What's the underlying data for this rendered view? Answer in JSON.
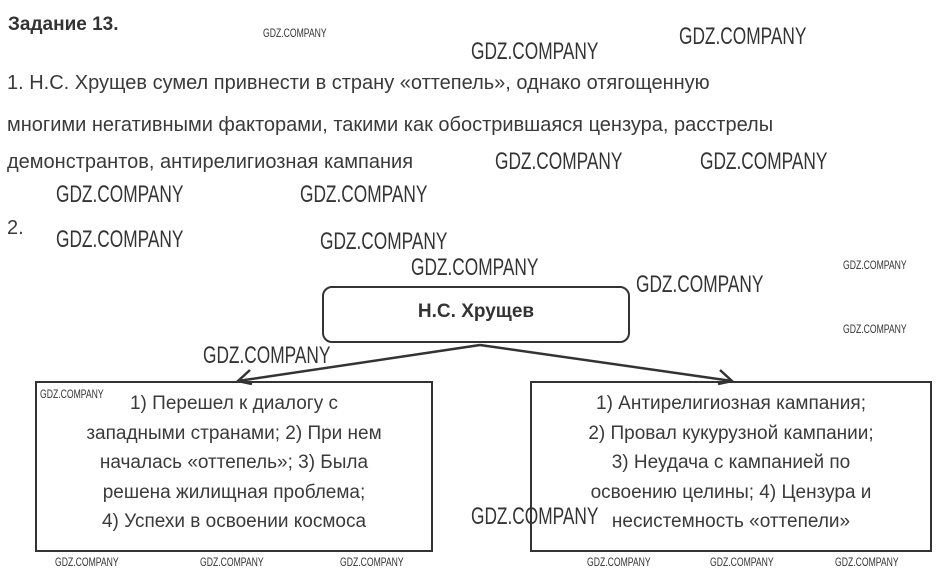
{
  "title": "Задание 13.",
  "answer1": {
    "lines": [
      "1. Н.С. Хрущев сумел привнести в страну «оттепель», однако отягощенную",
      "многими негативными факторами, такими как обострившаяся цензура, расстрелы",
      "демонстрантов, антирелигиозная кампания"
    ]
  },
  "answer2_label": "2.",
  "diagram": {
    "root": "Н.С. Хрущев",
    "left_lines": [
      "1) Перешел к диалогу с",
      "западными странами; 2) При нем",
      "началась «оттепель»; 3) Была",
      "решена жилищная проблема;",
      "4) Успехи в освоении космоса"
    ],
    "right_lines": [
      "1) Антирелигиозная кампания;",
      "2) Провал кукурузной кампании;",
      "3) Неудача с кампанией по",
      "освоению целины; 4) Цензура и",
      "несистемность «оттепели»"
    ]
  },
  "watermark": "GDZ.COMPANY"
}
